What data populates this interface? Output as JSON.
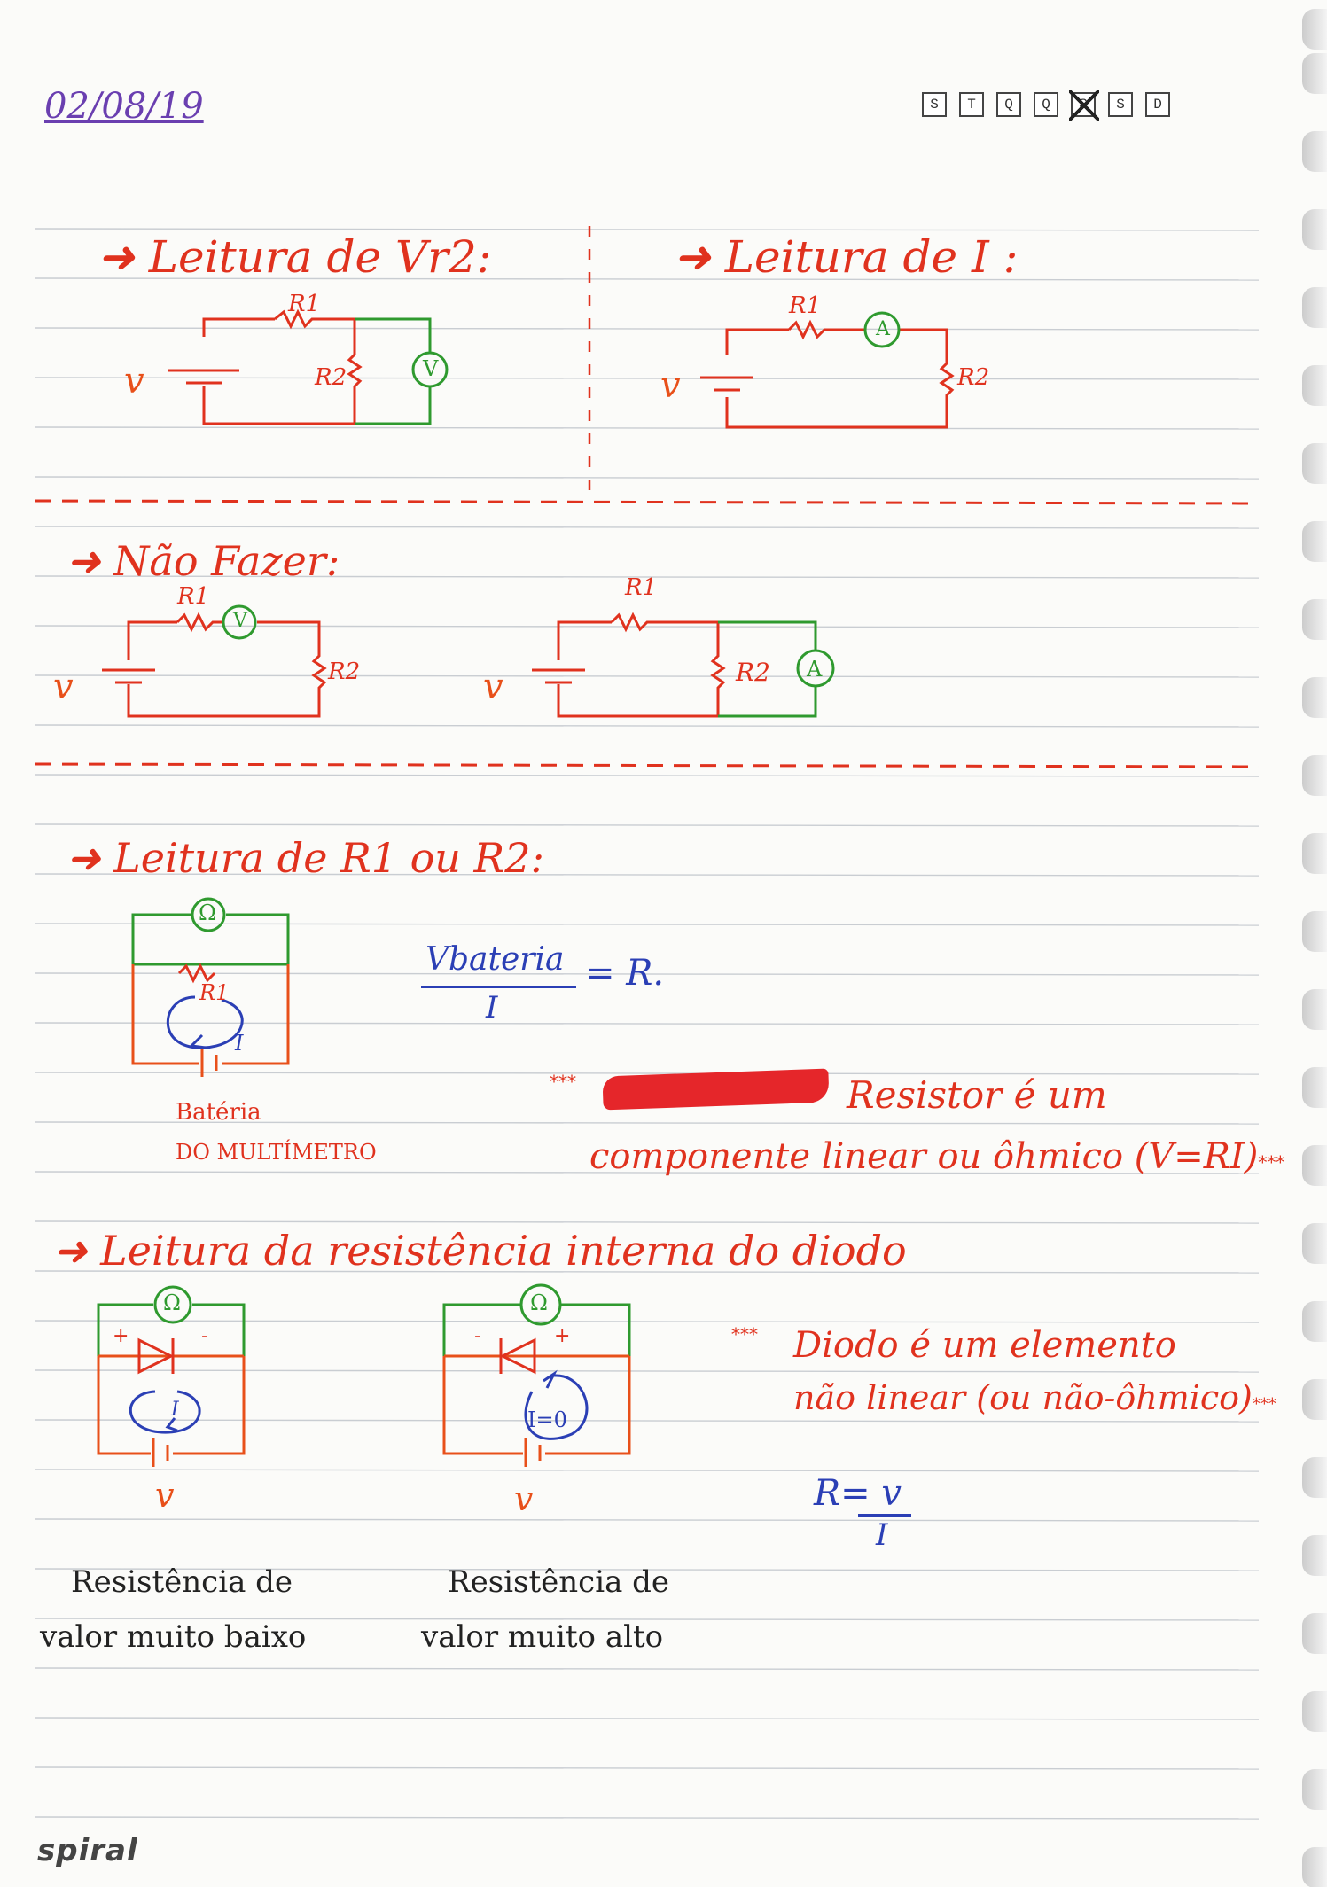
{
  "header": {
    "date": "02/08/19",
    "weekdays": [
      "S",
      "T",
      "Q",
      "Q",
      "S",
      "S",
      "D"
    ],
    "checked_index": 4
  },
  "sections": {
    "vr2": {
      "title": "Leitura de Vr2:",
      "labels": {
        "v": "v",
        "r1": "R1",
        "r2": "R2",
        "meter": "V"
      }
    },
    "i": {
      "title": "Leitura de I :",
      "labels": {
        "v": "v",
        "r1": "R1",
        "r2": "R2",
        "meter": "A"
      }
    },
    "nao": {
      "title": "Não Fazer:",
      "left": {
        "v": "v",
        "r1": "R1",
        "r2": "R2",
        "meter": "V"
      },
      "right": {
        "v": "v",
        "r1": "R1",
        "r2": "R2",
        "meter": "A"
      }
    },
    "leitura_r": {
      "title": "Leitura de R1 ou R2:",
      "meter": "Ω",
      "r1": "R1",
      "current": "I",
      "bateria": "Batéria",
      "do_multimetro": "do multímetro",
      "formula_num": "Vbateria",
      "formula_den": "I",
      "formula_res": "= R.",
      "note_line1": "Resistor é um",
      "note_line2": "componente linear ou ôhmico (V=RI)",
      "note_mark": "***"
    },
    "diodo": {
      "title": "Leitura da resistência interna do diodo",
      "meter": "Ω",
      "left": {
        "current": "I",
        "v": "v",
        "caption1": "Resistência de",
        "caption2": "valor muito baixo"
      },
      "right": {
        "current": "I=0",
        "v": "v",
        "caption1": "Resistência de",
        "caption2": "valor muito alto"
      },
      "note_line1": "Diodo é um elemento",
      "note_line2": "não linear (ou não-ôhmico)",
      "note_mark": "***",
      "formula_num": "R= v",
      "formula_den": "I"
    }
  },
  "footer": {
    "brand": "spiral"
  },
  "colors": {
    "red": "#e0321e",
    "orange": "#e8501a",
    "green": "#2f9a2f",
    "blue": "#2b3fb5",
    "purple": "#6a3fb0"
  }
}
